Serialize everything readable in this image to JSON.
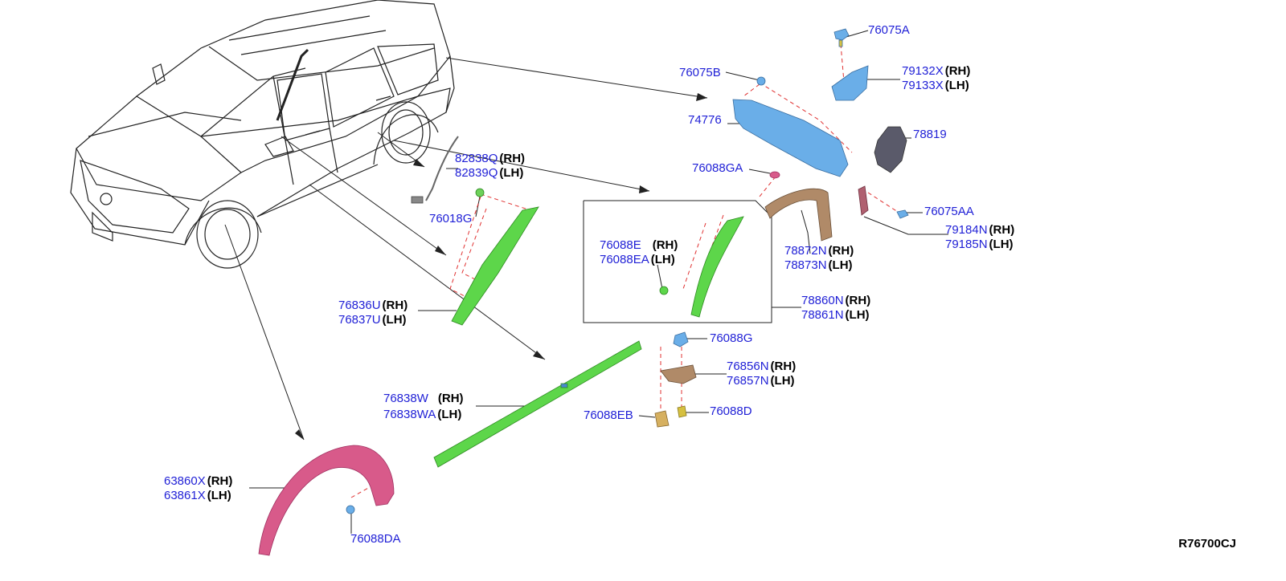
{
  "diagram_code": "R76700CJ",
  "side_labels": {
    "rh": "(RH)",
    "lh": "(LH)"
  },
  "labels": {
    "p76075A": "76075A",
    "p79132X": "79132X",
    "p79133X": "79133X",
    "p76075B": "76075B",
    "p74776": "74776",
    "p78819": "78819",
    "p76088GA": "76088GA",
    "p76075AA": "76075AA",
    "p79184N": "79184N",
    "p79185N": "79185N",
    "p82838Q": "82838Q",
    "p82839Q": "82839Q",
    "p76018G": "76018G",
    "p76088E": "76088E",
    "p76088EA": "76088EA",
    "p78872N": "78872N",
    "p78873N": "78873N",
    "p78860N": "78860N",
    "p78861N": "78861N",
    "p76836U": "76836U",
    "p76837U": "76837U",
    "p76088G": "76088G",
    "p76856N": "76856N",
    "p76857N": "76857N",
    "p76838W": "76838W",
    "p76838WA": "76838WA",
    "p76088EB": "76088EB",
    "p76088D": "76088D",
    "p63860X": "63860X",
    "p63861X": "63861X",
    "p76088DA": "76088DA"
  },
  "colors": {
    "label_blue": "#1f1fd6",
    "part_green": "#5dd64a",
    "part_blue": "#6aaee8",
    "part_brown": "#b08a68",
    "part_pink": "#d85a8a",
    "part_dark": "#5a5a6a",
    "leader_red": "#e03030"
  }
}
